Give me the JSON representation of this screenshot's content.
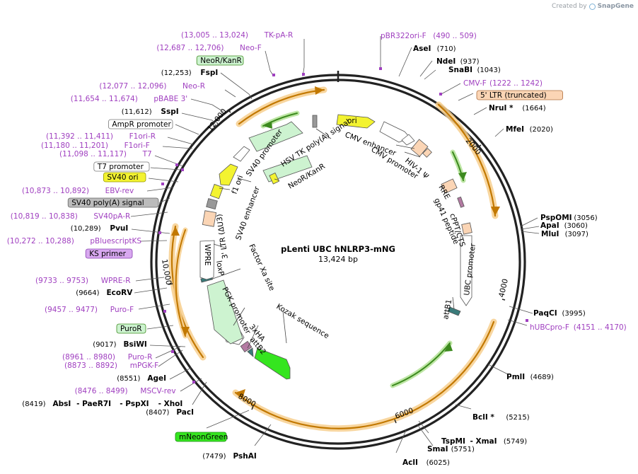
{
  "credit": {
    "prefix": "Created by",
    "brand": "SnapGene"
  },
  "plasmid": {
    "name": "pLenti UBC hNLRP3-mNG",
    "length": "13,424 bp"
  },
  "ticks": [
    "2000",
    "4000",
    "6000",
    "8000",
    "10,000",
    "12,000"
  ],
  "features_inner": [
    "ori",
    "CMV enhancer",
    "CMV promoter",
    "HIV-1 Ψ",
    "RRE",
    "gp41 peptide",
    "cPPT/CTS",
    "UBC promoter",
    "attB1",
    "Kozak sequence",
    "3xHA",
    "attB2",
    "Factor Xa site",
    "PGK promoter",
    "loxP",
    "WPRE",
    "3' LTR (ΔU3)",
    "SV40 enhancer",
    "f1 ori",
    "SV40 promoter",
    "HSV TK poly(A) signal",
    "NeoR/KanR"
  ],
  "site_labels": [
    {
      "parts": [
        {
          "t": "(13,005 .. 13,024)",
          "c": "p"
        },
        {
          "t": "TK-pA-R",
          "c": "p"
        }
      ]
    },
    {
      "parts": [
        {
          "t": "(12,687 .. 12,706)",
          "c": "p"
        },
        {
          "t": "Neo-F",
          "c": "p"
        }
      ]
    },
    {
      "parts": [
        {
          "t": "NeoR/KanR",
          "c": "box",
          "fill": "#cdf3d0",
          "stroke": "#3c8a1e"
        }
      ]
    },
    {
      "parts": [
        {
          "t": "(12,253)",
          "c": "n"
        },
        {
          "t": "FspI",
          "c": "b"
        }
      ]
    },
    {
      "parts": [
        {
          "t": "(12,077 .. 12,096)",
          "c": "p"
        },
        {
          "t": "Neo-R",
          "c": "p"
        }
      ]
    },
    {
      "parts": [
        {
          "t": "(11,654 .. 11,674)",
          "c": "p"
        },
        {
          "t": "pBABE 3'",
          "c": "p"
        }
      ]
    },
    {
      "parts": [
        {
          "t": "(11,612)",
          "c": "n"
        },
        {
          "t": "SspI",
          "c": "b"
        }
      ]
    },
    {
      "parts": [
        {
          "t": "AmpR promoter",
          "c": "box",
          "fill": "#ffffff",
          "stroke": "#777777"
        }
      ]
    },
    {
      "parts": [
        {
          "t": "(11,392 .. 11,411)",
          "c": "p"
        },
        {
          "t": "F1ori-R",
          "c": "p"
        }
      ]
    },
    {
      "parts": [
        {
          "t": "(11,180 .. 11,201)",
          "c": "p"
        },
        {
          "t": "F1ori-F",
          "c": "p"
        }
      ]
    },
    {
      "parts": [
        {
          "t": "(11,098 .. 11,117)",
          "c": "p"
        },
        {
          "t": "T7",
          "c": "p"
        }
      ]
    },
    {
      "parts": [
        {
          "t": "T7 promoter",
          "c": "box",
          "fill": "#ffffff",
          "stroke": "#777777"
        }
      ]
    },
    {
      "parts": [
        {
          "t": "SV40 ori",
          "c": "box",
          "fill": "#f3f330",
          "stroke": "#999900"
        }
      ]
    },
    {
      "parts": [
        {
          "t": "(10,873 .. 10,892)",
          "c": "p"
        },
        {
          "t": "EBV-rev",
          "c": "p"
        }
      ]
    },
    {
      "parts": [
        {
          "t": "SV40 poly(A) signal",
          "c": "box",
          "fill": "#bbbbbb",
          "stroke": "#666666"
        }
      ]
    },
    {
      "parts": [
        {
          "t": "(10,819 .. 10,838)",
          "c": "p"
        },
        {
          "t": "SV40pA-R",
          "c": "p"
        }
      ]
    },
    {
      "parts": [
        {
          "t": "(10,289)",
          "c": "n"
        },
        {
          "t": "PvuI",
          "c": "b"
        }
      ]
    },
    {
      "parts": [
        {
          "t": "(10,272 .. 10,288)",
          "c": "p"
        },
        {
          "t": "pBluescriptKS",
          "c": "p"
        }
      ]
    },
    {
      "parts": [
        {
          "t": "KS primer",
          "c": "box",
          "fill": "#d8a8f0",
          "stroke": "#8840b0"
        }
      ]
    },
    {
      "parts": [
        {
          "t": "(9733 .. 9753)",
          "c": "p"
        },
        {
          "t": "WPRE-R",
          "c": "p"
        }
      ]
    },
    {
      "parts": [
        {
          "t": "(9664)",
          "c": "n"
        },
        {
          "t": "EcoRV",
          "c": "b"
        }
      ]
    },
    {
      "parts": [
        {
          "t": "(9457 .. 9477)",
          "c": "p"
        },
        {
          "t": "Puro-F",
          "c": "p"
        }
      ]
    },
    {
      "parts": [
        {
          "t": "PuroR",
          "c": "box",
          "fill": "#cdf3d0",
          "stroke": "#3c8a1e"
        }
      ]
    },
    {
      "parts": [
        {
          "t": "(9017)",
          "c": "n"
        },
        {
          "t": "BsiWI",
          "c": "b"
        }
      ]
    },
    {
      "parts": [
        {
          "t": "(8961 .. 8980)",
          "c": "p"
        },
        {
          "t": "Puro-R",
          "c": "p"
        }
      ]
    },
    {
      "parts": [
        {
          "t": "(8873 .. 8892)",
          "c": "p"
        },
        {
          "t": "mPGK-F",
          "c": "p"
        }
      ]
    },
    {
      "parts": [
        {
          "t": "(8551)",
          "c": "n"
        },
        {
          "t": "AgeI",
          "c": "b"
        }
      ]
    },
    {
      "parts": [
        {
          "t": "(8476 .. 8499)",
          "c": "p"
        },
        {
          "t": "MSCV-rev",
          "c": "p"
        }
      ]
    },
    {
      "parts": [
        {
          "t": "(8419)",
          "c": "n"
        },
        {
          "t": "AbsI",
          "c": "b"
        },
        {
          "t": "- PaeR7I",
          "c": "b"
        },
        {
          "t": "- PspXI",
          "c": "b"
        },
        {
          "t": "- XhoI",
          "c": "b"
        }
      ]
    },
    {
      "parts": [
        {
          "t": "(8407)",
          "c": "n"
        },
        {
          "t": "PacI",
          "c": "b"
        }
      ]
    },
    {
      "parts": [
        {
          "t": "mNeonGreen",
          "c": "box",
          "fill": "#35e51f",
          "stroke": "#1a8a10"
        }
      ]
    },
    {
      "parts": [
        {
          "t": "(7479)",
          "c": "n"
        },
        {
          "t": "PshAI",
          "c": "b"
        }
      ]
    },
    {
      "parts": [
        {
          "t": "pBR322ori-F",
          "c": "p"
        },
        {
          "t": "(490 .. 509)",
          "c": "p"
        }
      ]
    },
    {
      "parts": [
        {
          "t": "AseI",
          "c": "b"
        },
        {
          "t": "(710)",
          "c": "n"
        }
      ]
    },
    {
      "parts": [
        {
          "t": "NdeI",
          "c": "b"
        },
        {
          "t": "(937)",
          "c": "n"
        }
      ]
    },
    {
      "parts": [
        {
          "t": "SnaBI",
          "c": "b"
        },
        {
          "t": "(1043)",
          "c": "n"
        }
      ]
    },
    {
      "parts": [
        {
          "t": "CMV-F",
          "c": "p"
        },
        {
          "t": "(1222 .. 1242)",
          "c": "p"
        }
      ]
    },
    {
      "parts": [
        {
          "t": "5' LTR (truncated)",
          "c": "box",
          "fill": "#fbd5b5",
          "stroke": "#b07040"
        }
      ]
    },
    {
      "parts": [
        {
          "t": "NruI *",
          "c": "b"
        },
        {
          "t": "(1664)",
          "c": "n"
        }
      ]
    },
    {
      "parts": [
        {
          "t": "MfeI",
          "c": "b"
        },
        {
          "t": "(2020)",
          "c": "n"
        }
      ]
    },
    {
      "parts": [
        {
          "t": "PspOMI",
          "c": "b"
        },
        {
          "t": "(3056)",
          "c": "n"
        }
      ]
    },
    {
      "parts": [
        {
          "t": "ApaI",
          "c": "b"
        },
        {
          "t": "(3060)",
          "c": "n"
        }
      ]
    },
    {
      "parts": [
        {
          "t": "MluI",
          "c": "b"
        },
        {
          "t": "(3097)",
          "c": "n"
        }
      ]
    },
    {
      "parts": [
        {
          "t": "PaqCI",
          "c": "b"
        },
        {
          "t": "(3995)",
          "c": "n"
        }
      ]
    },
    {
      "parts": [
        {
          "t": "hUBCpro-F",
          "c": "p"
        },
        {
          "t": "(4151 .. 4170)",
          "c": "p"
        }
      ]
    },
    {
      "parts": [
        {
          "t": "PmlI",
          "c": "b"
        },
        {
          "t": "(4689)",
          "c": "n"
        }
      ]
    },
    {
      "parts": [
        {
          "t": "BclI *",
          "c": "b"
        },
        {
          "t": "(5215)",
          "c": "n"
        }
      ]
    },
    {
      "parts": [
        {
          "t": "TspMI",
          "c": "b"
        },
        {
          "t": "- XmaI",
          "c": "b"
        },
        {
          "t": "(5749)",
          "c": "n"
        }
      ]
    },
    {
      "parts": [
        {
          "t": "SmaI",
          "c": "b"
        },
        {
          "t": "(5751)",
          "c": "n"
        }
      ]
    },
    {
      "parts": [
        {
          "t": "AclI",
          "c": "b"
        },
        {
          "t": "(6025)",
          "c": "n"
        }
      ]
    }
  ]
}
